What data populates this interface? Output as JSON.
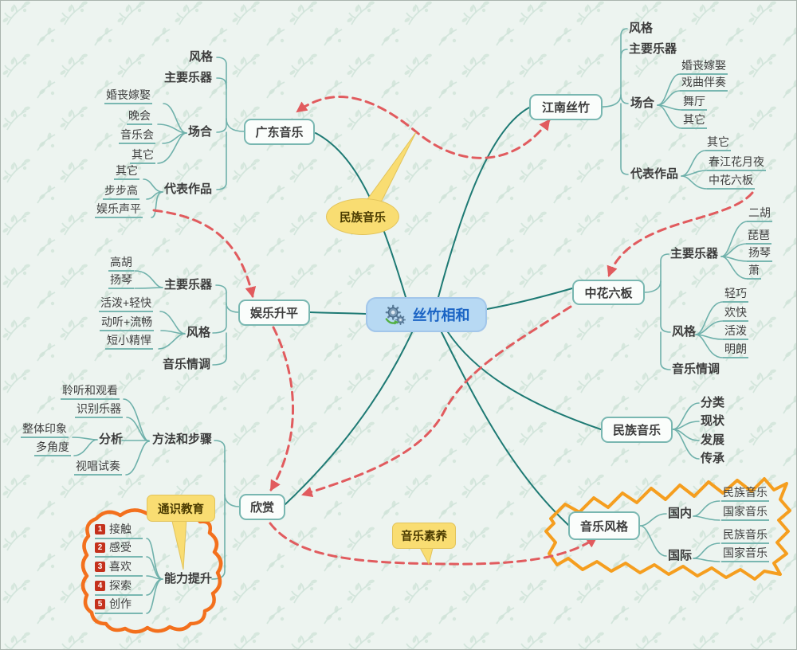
{
  "root": {
    "title": "丝竹相和"
  },
  "guangdong": {
    "title": "广东音乐",
    "style_label": "风格",
    "instruments_label": "主要乐器",
    "occasion_label": "场合",
    "occasion_leaves": [
      "婚丧嫁娶",
      "晚会",
      "音乐会",
      "其它"
    ],
    "works_label": "代表作品",
    "works_leaves": [
      "其它",
      "步步高",
      "娱乐声平"
    ]
  },
  "jiangnan": {
    "title": "江南丝竹",
    "style_label": "风格",
    "instruments_label": "主要乐器",
    "occasion_label": "场合",
    "occasion_leaves": [
      "婚丧嫁娶",
      "戏曲伴奏",
      "舞厅",
      "其它"
    ],
    "works_label": "代表作品",
    "works_leaves": [
      "其它",
      "春江花月夜",
      "中花六板"
    ]
  },
  "yuleshengping": {
    "title": "娱乐升平",
    "instruments_label": "主要乐器",
    "instrument_leaves": [
      "高胡",
      "扬琴"
    ],
    "style_label": "风格",
    "style_leaves": [
      "活泼+轻快",
      "动听+流畅",
      "短小精悍"
    ],
    "mood_label": "音乐情调"
  },
  "zhonghualiuban": {
    "title": "中花六板",
    "instruments_label": "主要乐器",
    "instrument_leaves": [
      "二胡",
      "琵琶",
      "扬琴",
      "萧"
    ],
    "style_label": "风格",
    "style_leaves": [
      "轻巧",
      "欢快",
      "活泼",
      "明朗"
    ],
    "mood_label": "音乐情调"
  },
  "minzu": {
    "title": "民族音乐",
    "leaves": [
      "分类",
      "现状",
      "发展",
      "传承"
    ]
  },
  "fengge": {
    "title": "音乐风格",
    "domestic_label": "国内",
    "domestic_leaves": [
      "民族音乐",
      "国家音乐"
    ],
    "international_label": "国际",
    "international_leaves": [
      "民族音乐",
      "国家音乐"
    ]
  },
  "xinshang": {
    "title": "欣赏",
    "methods_label": "方法和步骤",
    "methods_leaves": [
      "聆听和观看",
      "识别乐器",
      "视唱试奏"
    ],
    "analysis_label": "分析",
    "analysis_leaves": [
      "整体印象",
      "多角度"
    ],
    "ability_label": "能力提升",
    "ability_items": [
      {
        "num": "1",
        "label": "接触"
      },
      {
        "num": "2",
        "label": "感受"
      },
      {
        "num": "3",
        "label": "喜欢"
      },
      {
        "num": "4",
        "label": "探索"
      },
      {
        "num": "5",
        "label": "创作"
      }
    ]
  },
  "callouts": {
    "minzu_yinyue": "民族音乐",
    "yinyue_suyang": "音乐素养",
    "tongshi_jiaoyu": "通识教育"
  },
  "colors": {
    "teal_main": "#1e7a74",
    "teal_sub": "#6fb1ab",
    "relationship_red": "#e15b5e",
    "boundary_orange": "#f3701d",
    "boundary_orange2": "#f59e1f",
    "callout_yellow": "#f9dd72",
    "center_blue": "#b7d9f3"
  }
}
